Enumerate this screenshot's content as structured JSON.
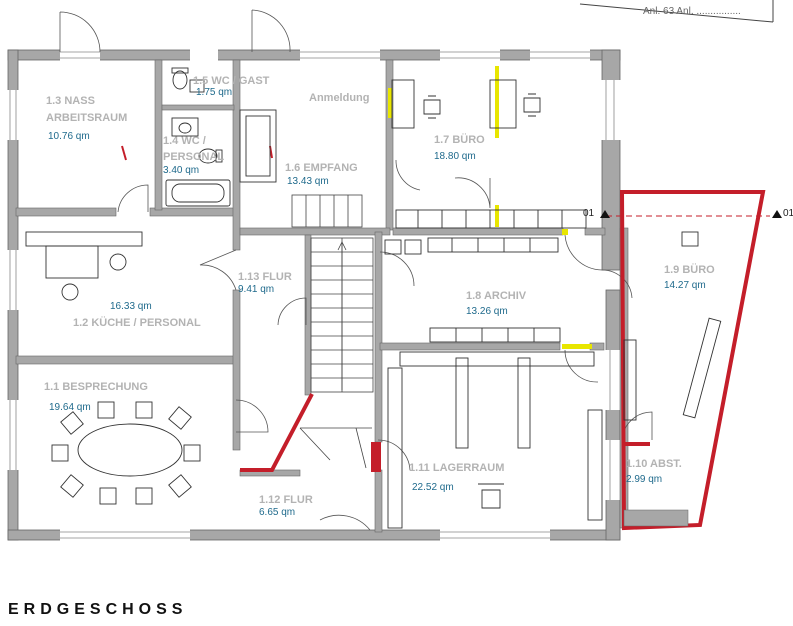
{
  "floor_title": "ERDGESCHOSS",
  "title_block": {
    "text": "Anl. 63   Anl. ................"
  },
  "section_marker": {
    "left": "01",
    "right": "01"
  },
  "rooms": [
    {
      "id": "r13",
      "name_line1": "1.3 NASS",
      "name_line2": "ARBEITSRAUM",
      "area": "10.76 qm"
    },
    {
      "id": "r15",
      "name": "1.5 WC / GAST",
      "area": "1.75 qm"
    },
    {
      "id": "r14",
      "name_line1": "1.4 WC /",
      "name_line2": "PERSONAL",
      "area": "3.40 qm"
    },
    {
      "id": "r16",
      "extra_label": "Anmeldung",
      "name": "1.6 EMPFANG",
      "area": "13.43 qm"
    },
    {
      "id": "r17",
      "name": "1.7 BÜRO",
      "area": "18.80 qm"
    },
    {
      "id": "r12",
      "name": "1.2 KÜCHE / PERSONAL",
      "area": "16.33 qm"
    },
    {
      "id": "r113",
      "name": "1.13 FLUR",
      "area": "9.41 qm"
    },
    {
      "id": "r18",
      "name": "1.8 ARCHIV",
      "area": "13.26 qm"
    },
    {
      "id": "r19",
      "name": "1.9 BÜRO",
      "area": "14.27 qm"
    },
    {
      "id": "r11",
      "name": "1.1 BESPRECHUNG",
      "area": "19.64 qm"
    },
    {
      "id": "r111",
      "name": "1.11 LAGERRAUM",
      "area": "22.52 qm"
    },
    {
      "id": "r110",
      "name": "1.10 ABST.",
      "area": "2.99 qm"
    },
    {
      "id": "r112",
      "name": "1.12 FLUR",
      "area": "6.65 qm"
    }
  ],
  "colors": {
    "wall": "#a7a7a7",
    "wall_edge": "#666666",
    "new_wall": "#c41e2a",
    "marker": "#e8e600",
    "room_name": "#b3b3b3",
    "room_area": "#1f6a8c"
  }
}
